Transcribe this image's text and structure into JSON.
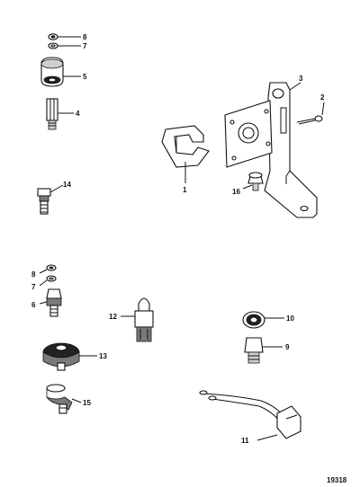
{
  "diagram": {
    "figure_number": "19318",
    "callouts": {
      "c1": "1",
      "c2": "2",
      "c3": "3",
      "c4": "4",
      "c5": "5",
      "c6": "6",
      "c7a": "7",
      "c7b": "7",
      "c8a": "8",
      "c8b": "8",
      "c9": "9",
      "c10": "10",
      "c11": "11",
      "c12": "12",
      "c13": "13",
      "c14": "14",
      "c15": "15",
      "c16": "16"
    }
  }
}
